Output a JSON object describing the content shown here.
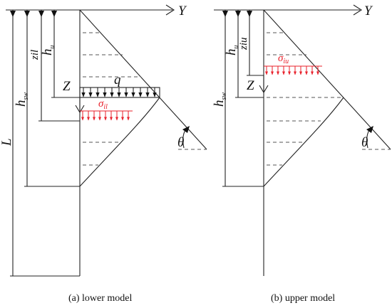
{
  "panels": {
    "lower": {
      "axis_y": "Y",
      "axis_z": "Z",
      "L": "L",
      "h_sw": "h",
      "h_sw_sub": "sw",
      "z_il": "zil",
      "h_u": "h",
      "h_u_sub": "u",
      "q": "q",
      "sigma": "σ",
      "sigma_sub": "il",
      "theta": "θ",
      "caption": "(a)  lower model"
    },
    "upper": {
      "axis_y": "Y",
      "axis_z": "Z",
      "h_sw": "h",
      "h_sw_sub": "sw",
      "z_iu": "ziu",
      "h_u": "h",
      "h_u_sub": "u",
      "sigma": "σ",
      "sigma_sub": "iu",
      "theta": "θ",
      "caption": "(b)  upper model"
    }
  },
  "colors": {
    "line": "#222222",
    "load": "#e8212b"
  }
}
